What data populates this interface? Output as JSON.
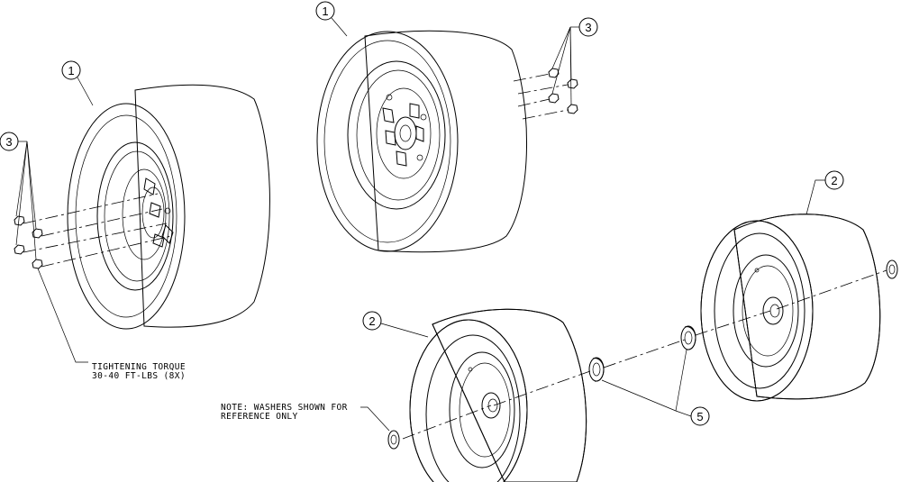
{
  "callouts": {
    "item_1": "1",
    "item_2": "2",
    "item_3": "3",
    "item_5": "5"
  },
  "notes": {
    "torque_line1": "TIGHTENING TORQUE",
    "torque_line2": "30-40 FT-LBS (8X)",
    "washer_line1": "NOTE: WASHERS SHOWN FOR",
    "washer_line2": "REFERENCE ONLY"
  }
}
